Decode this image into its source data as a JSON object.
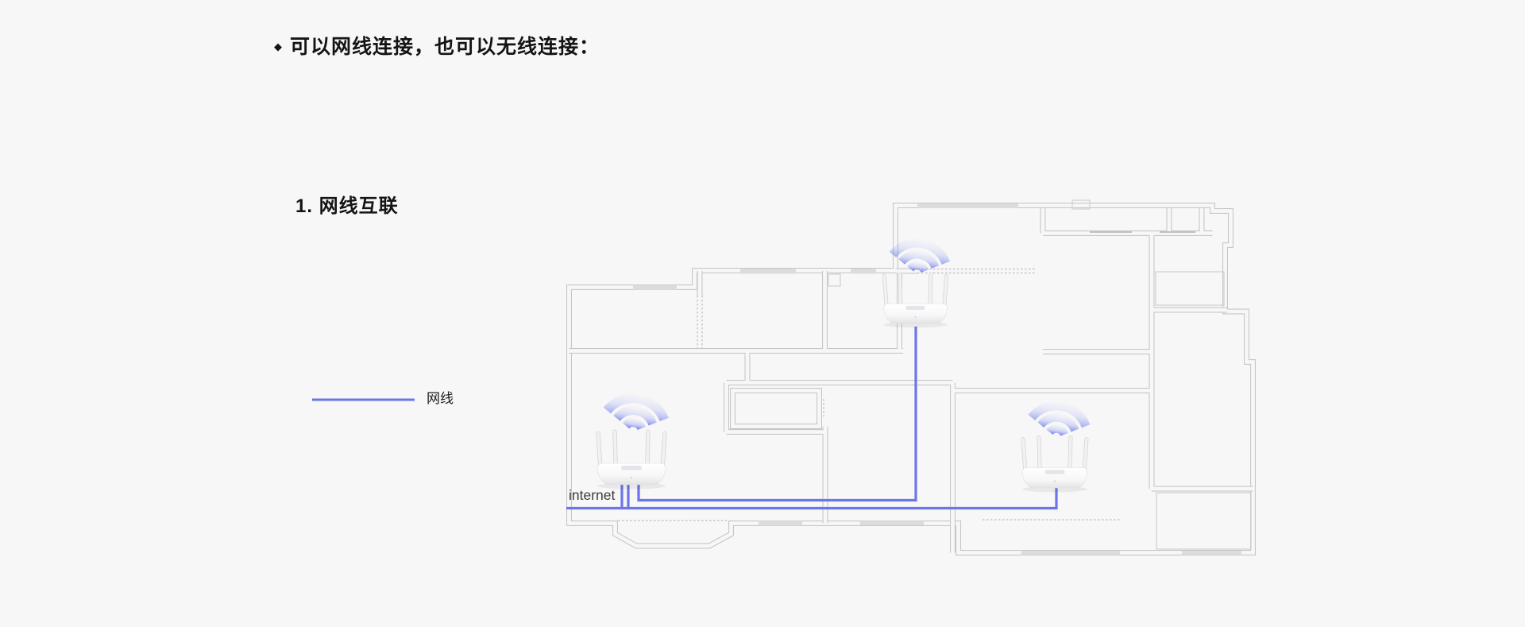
{
  "page": {
    "background_color": "#f7f7f7"
  },
  "heading": {
    "bullet": "◆",
    "text": "可以网线连接，也可以无线连接："
  },
  "section": {
    "title": "1. 网线互联"
  },
  "legend": {
    "label": "网线",
    "line_color": "#6b76e9"
  },
  "diagram": {
    "internet_label": "internet",
    "cable_color": "#6b76e9",
    "wall_color": "#c7c7c7",
    "window_fill": "#dcdcdc",
    "wifi_color": "#5e6be8",
    "routers": [
      {
        "name": "router-left",
        "position": "bottom-left room",
        "connection": "internet + 网线"
      },
      {
        "name": "router-top",
        "position": "top-middle room",
        "connection": "网线"
      },
      {
        "name": "router-right",
        "position": "bottom-right room",
        "connection": "网线"
      }
    ]
  }
}
